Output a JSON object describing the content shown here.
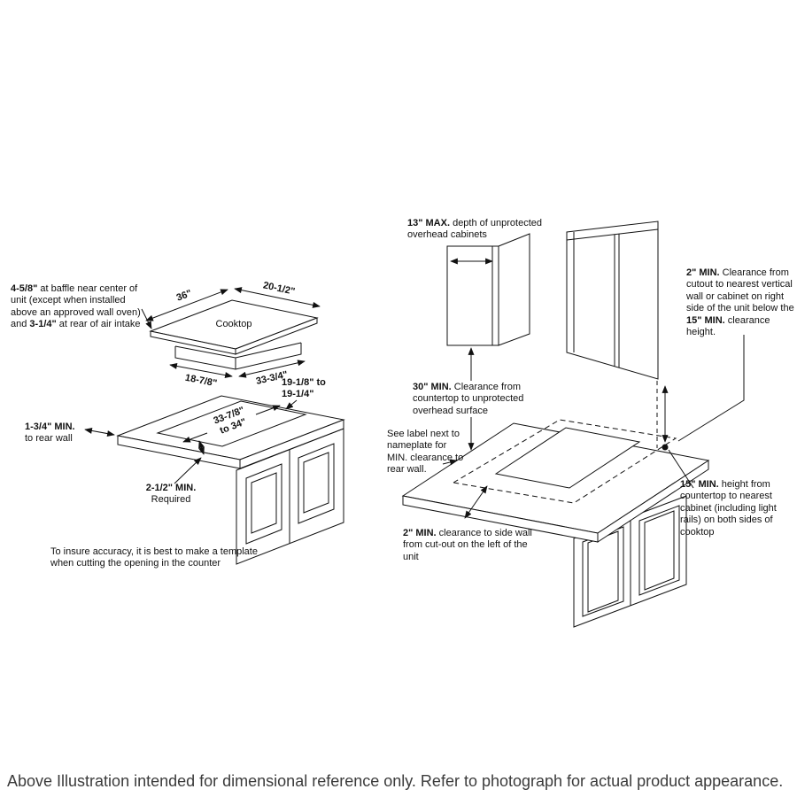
{
  "caption": "Above Illustration intended for dimensional reference only. Refer to photograph for actual product appearance.",
  "cooktop_view": {
    "baffle_note": {
      "bold1": "4-5/8\"",
      "text1": " at baffle near center of unit (except when installed above an approved wall oven) and ",
      "bold2": "3-1/4\"",
      "text2": " at rear of air intake"
    },
    "cooktop_label": "Cooktop",
    "dim_width_top": "36\"",
    "dim_depth_top": "20-1/2\"",
    "dim_width_base": "18-7/8\"",
    "dim_depth_base": "33-3/4\""
  },
  "cutout_view": {
    "dim_cutout_depth_line1": "19-1/8\" to",
    "dim_cutout_depth_line2": "19-1/4\"",
    "dim_cutout_width_line1": "33-7/8\"",
    "dim_cutout_width_line2": "to 34\"",
    "rear_wall_min": "1-3/4\" MIN.",
    "rear_wall_text": "to rear wall",
    "front_min": "2-1/2\" MIN.",
    "front_min_text": "Required",
    "accuracy_note": "To insure accuracy, it is best to make a template when cutting the opening in the counter"
  },
  "clearance_view": {
    "overhead_depth": {
      "bold": "13\" MAX.",
      "text": " depth of unprotected overhead cabinets"
    },
    "right_clearance": {
      "bold1": "2\" MIN.",
      "text1": " Clearance from cutout to nearest vertical wall or cabinet on right side of the unit below the ",
      "bold2": "15\" MIN.",
      "text2": " clearance height."
    },
    "vertical_clearance": {
      "bold": "30\" MIN.",
      "text": " Clearance from countertop to unprotected overhead surface"
    },
    "nameplate_note": "See label next to nameplate for MIN. clearance to rear wall.",
    "left_clearance": {
      "bold": "2\" MIN.",
      "text": " clearance to side wall from cut-out on the left of the unit"
    },
    "height_clearance": {
      "bold": "15\" MIN.",
      "text": " height from countertop to nearest cabinet (including light rails) on both sides of cooktop"
    }
  }
}
